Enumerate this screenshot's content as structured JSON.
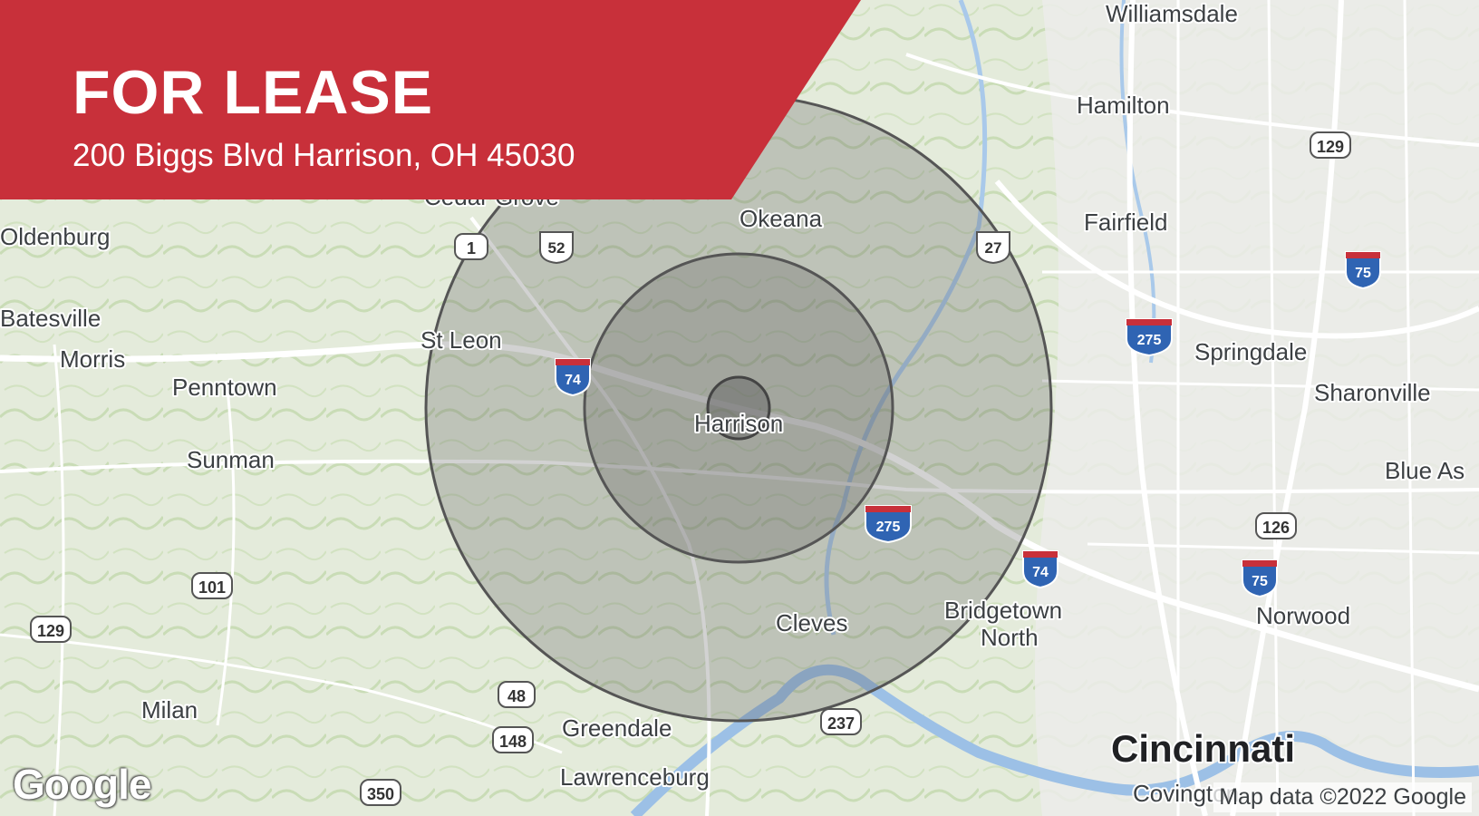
{
  "listing": {
    "title": "FOR LEASE",
    "address": "200 Biggs Blvd Harrison, OH 45030"
  },
  "map": {
    "attribution": "Map data ©2022 Google",
    "logo_text": "Google",
    "center_place": "Harrison",
    "radius_rings": 3,
    "ring_fill_color": "#5f5f5f",
    "banner_color": "#c8303a",
    "place_labels": [
      "Williamsdale",
      "Hamilton",
      "Fairfield",
      "Okeana",
      "Cedar Grove",
      "Oldenburg",
      "Batesville",
      "Morris",
      "St Leon",
      "Penntown",
      "Harrison",
      "Sunman",
      "Springdale",
      "Sharonville",
      "Blue As",
      "Cleves",
      "Bridgetown",
      "North",
      "Norwood",
      "Milan",
      "Greendale",
      "Lawrenceburg",
      "Cincinnati",
      "Covington"
    ],
    "route_shields": [
      {
        "type": "state",
        "number": "129"
      },
      {
        "type": "state",
        "number": "1"
      },
      {
        "type": "us",
        "number": "52"
      },
      {
        "type": "us",
        "number": "27"
      },
      {
        "type": "interstate",
        "number": "75"
      },
      {
        "type": "interstate",
        "number": "275"
      },
      {
        "type": "interstate",
        "number": "74"
      },
      {
        "type": "interstate",
        "number": "275"
      },
      {
        "type": "state",
        "number": "126"
      },
      {
        "type": "interstate",
        "number": "74"
      },
      {
        "type": "interstate",
        "number": "75"
      },
      {
        "type": "state",
        "number": "101"
      },
      {
        "type": "state",
        "number": "129"
      },
      {
        "type": "state",
        "number": "48"
      },
      {
        "type": "state",
        "number": "148"
      },
      {
        "type": "state",
        "number": "237"
      },
      {
        "type": "state",
        "number": "350"
      }
    ]
  }
}
